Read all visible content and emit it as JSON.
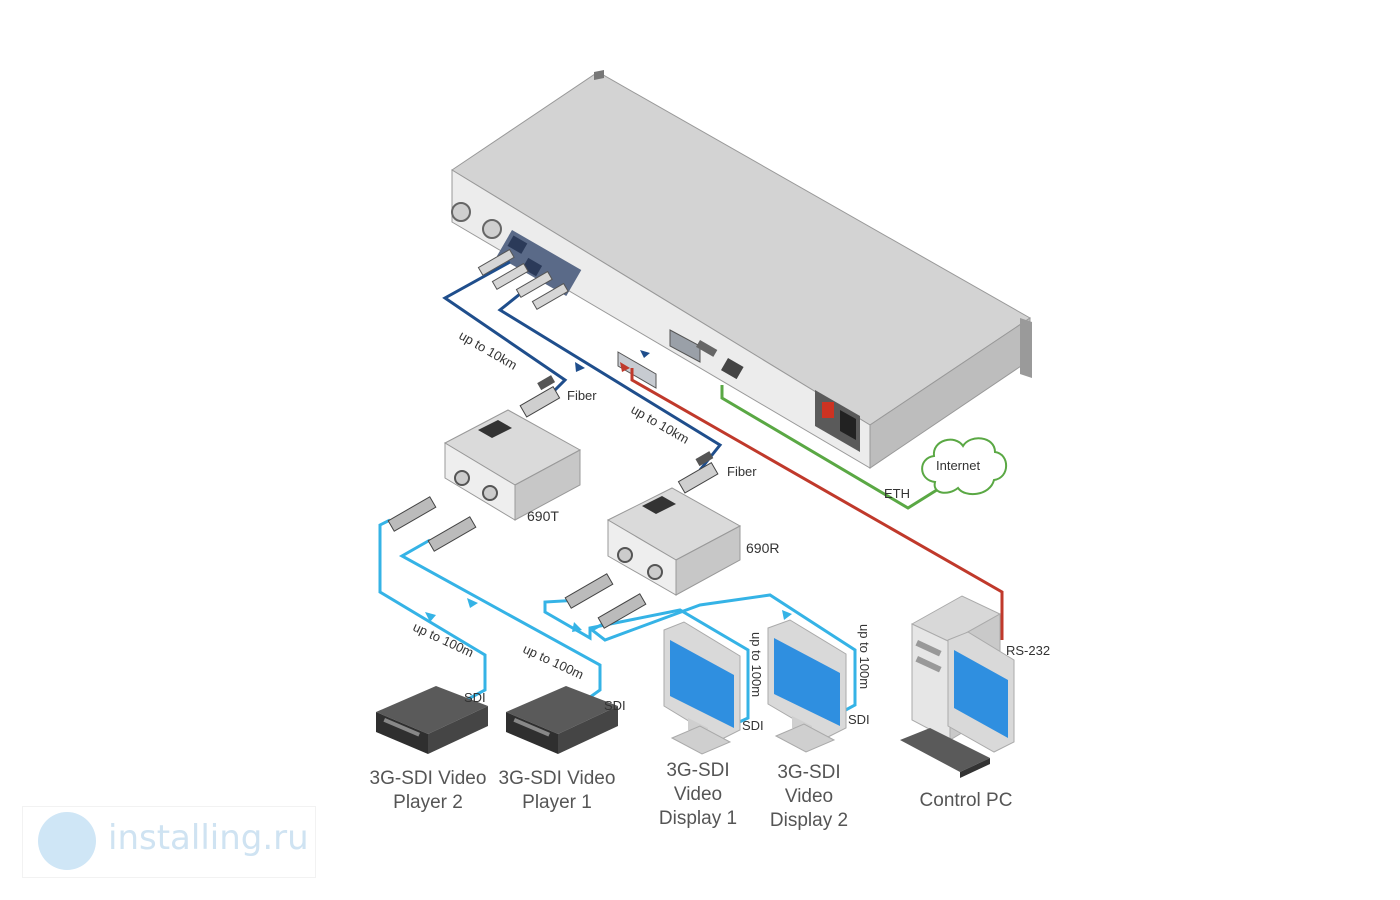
{
  "labels": {
    "fiber_1": "Fiber",
    "fiber_2": "Fiber",
    "range_fiber_1": "up to 10km",
    "range_fiber_2": "up to 10km",
    "unit_690t": "690T",
    "unit_690r": "690R",
    "internet": "Internet",
    "eth": "ETH",
    "rs232": "RS-232",
    "range_sdi_1": "up to 100m",
    "range_sdi_2": "up to 100m",
    "range_sdi_3": "up to 100m",
    "range_sdi_4": "up to 100m",
    "sdi_1": "SDI",
    "sdi_2": "SDI",
    "sdi_3": "SDI",
    "sdi_4": "SDI",
    "player2_line1": "3G-SDI Video",
    "player2_line2": "Player 2",
    "player1_line1": "3G-SDI Video",
    "player1_line2": "Player 1",
    "display1_line1": "3G-SDI",
    "display1_line2": "Video",
    "display1_line3": "Display 1",
    "display2_line1": "3G-SDI",
    "display2_line2": "Video",
    "display2_line3": "Display 2",
    "control_pc": "Control PC"
  },
  "watermark": {
    "text": "installing.ru"
  },
  "colors": {
    "fiber_cable": "#1f4e8c",
    "sdi_cable": "#35b3e6",
    "eth_cable": "#5aa844",
    "rs232_cable": "#c0392b",
    "device_body": "#e4e4e4",
    "screen": "#2f8fe0"
  }
}
